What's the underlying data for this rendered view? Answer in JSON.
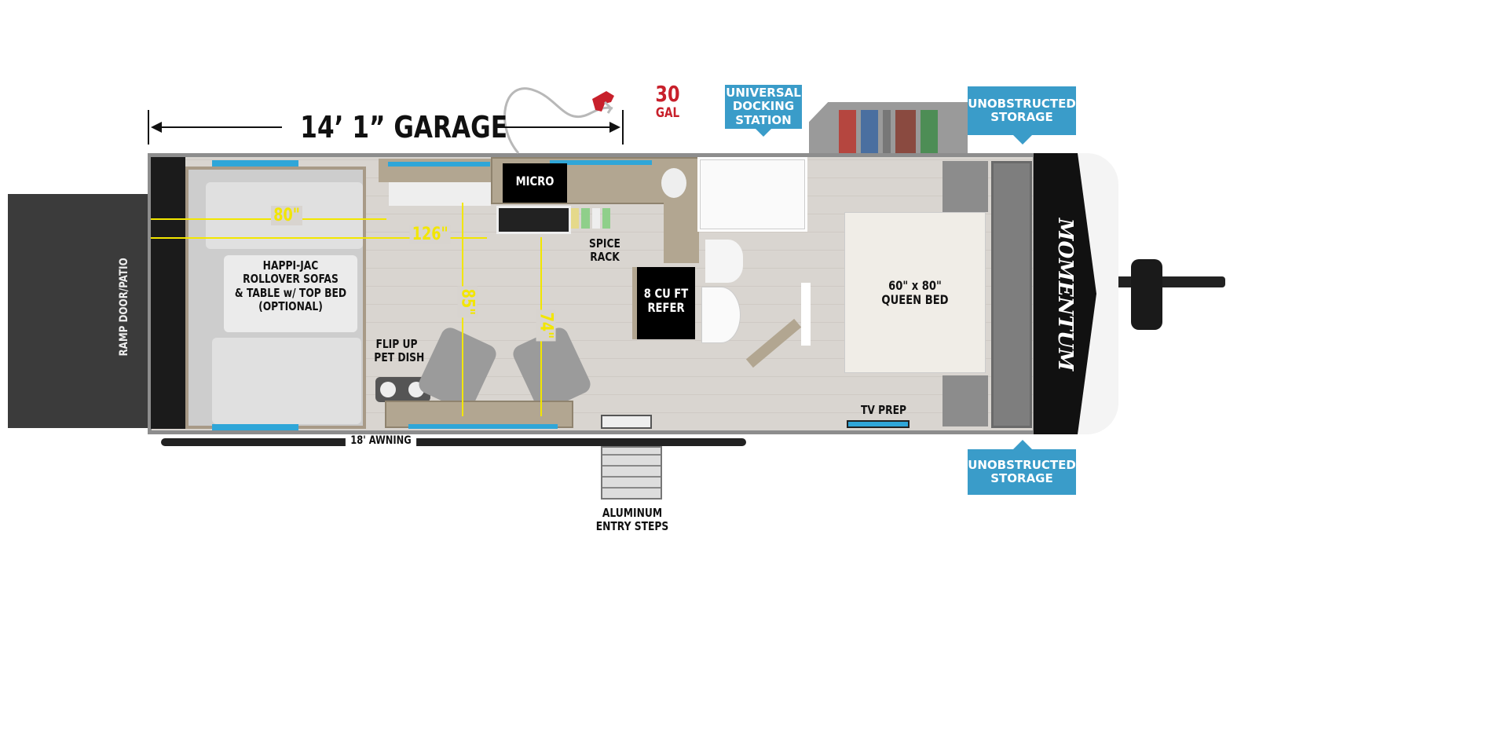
{
  "garage": {
    "label": "14’ 1” GARAGE"
  },
  "fuel": {
    "amount": "30",
    "unit": "GAL",
    "color": "#c8202b",
    "icon": "fuel-nozzle-icon"
  },
  "callouts": {
    "docking": [
      "UNIVERSAL",
      "DOCKING",
      "STATION"
    ],
    "storage_top": [
      "UNOBSTRUCTED",
      "STORAGE"
    ],
    "storage_bottom": [
      "UNOBSTRUCTED",
      "STORAGE"
    ],
    "color": "#3a9cc9"
  },
  "labels": {
    "ramp": "RAMP DOOR/PATIO",
    "sofas": [
      "HAPPI-JAC",
      "ROLLOVER SOFAS",
      "& TABLE w/ TOP BED",
      "(OPTIONAL)"
    ],
    "pet_dish": [
      "FLIP UP",
      "PET DISH"
    ],
    "micro": "MICRO",
    "spice": [
      "SPICE",
      "RACK"
    ],
    "refer": [
      "8 CU FT",
      "REFER"
    ],
    "bed": [
      "60\" x 80\"",
      "QUEEN BED"
    ],
    "tv": "TV PREP",
    "awning": "18' AWNING",
    "steps": [
      "ALUMINUM",
      "ENTRY STEPS"
    ],
    "brand": "MOMENTUM"
  },
  "dimensions": {
    "d80": "80\"",
    "d126": "126\"",
    "d85": "85\"",
    "d74": "74\"",
    "color": "#f2e600"
  }
}
